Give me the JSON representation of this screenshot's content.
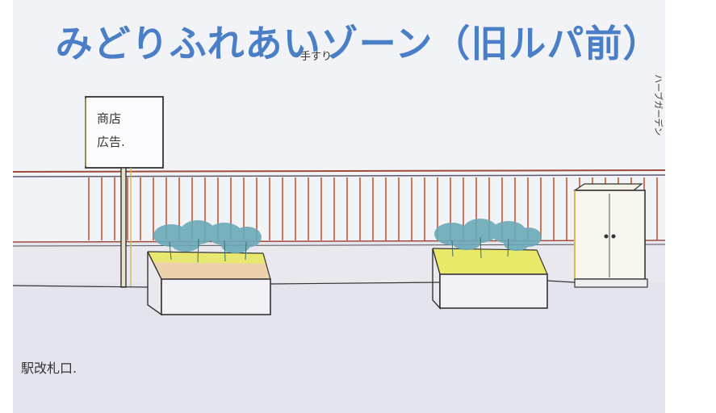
{
  "title": "みどりふれあいゾーン（旧ルパ前）",
  "sketch": {
    "sign_text_line1": "商店",
    "sign_text_line2": "広告.",
    "top_note": "手すり",
    "right_note": "ハーブガーデン",
    "bottom_note": "駅改札口."
  },
  "colors": {
    "title": "#4a7fc8",
    "railing_red": "#c0563a",
    "planter_yellow": "#e8e85a",
    "plants": "#6aaab8",
    "ground": "#e4e4ee"
  }
}
